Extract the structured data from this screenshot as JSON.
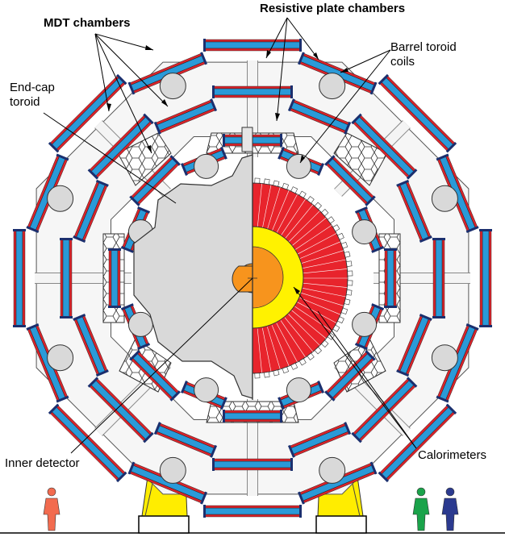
{
  "labels": {
    "mdt": "MDT chambers",
    "rpc": "Resistive plate chambers",
    "endcap_line1": "End-cap",
    "endcap_line2": "toroid",
    "barrel_line1": "Barrel toroid",
    "barrel_line2": "coils",
    "inner": "Inner detector",
    "calorimeters": "Calorimeters"
  },
  "colors": {
    "mdt": "#2a9ad8",
    "rpc": "#d8232a",
    "calo_outer": "#e8242c",
    "calo_mid": "#fff200",
    "inner": "#f7941d",
    "support": "#ffed00",
    "endcap": "#d9d9d9",
    "structure": "#f2f2f2",
    "person_orange": "#f26b4f",
    "person_green": "#1aa34a",
    "person_blue": "#2b3a8f"
  }
}
